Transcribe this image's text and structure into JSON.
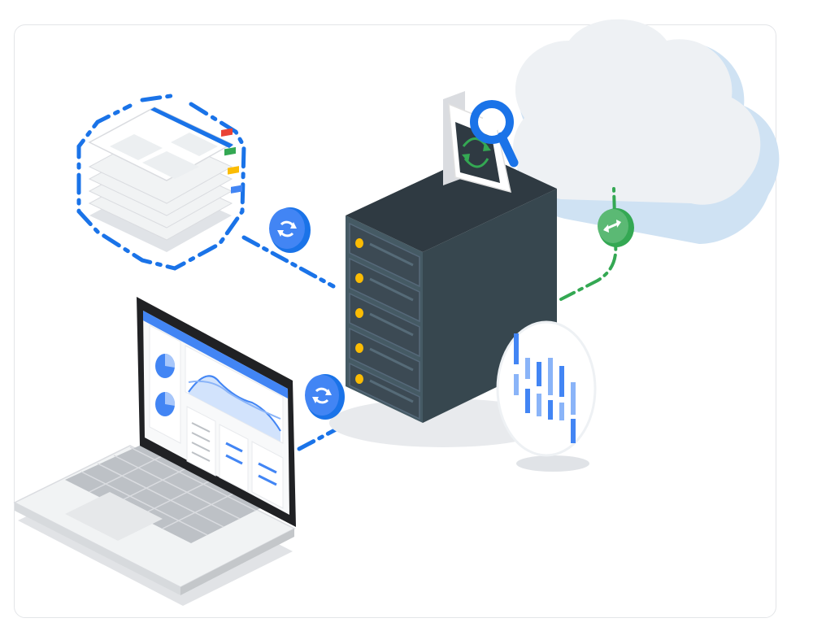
{
  "illustration": {
    "nodes": [
      {
        "id": "documents",
        "icon": "document-stack-icon"
      },
      {
        "id": "server",
        "icon": "server-rack-icon"
      },
      {
        "id": "cloud",
        "icon": "cloud-icon"
      },
      {
        "id": "laptop",
        "icon": "laptop-dashboard-icon"
      },
      {
        "id": "analytics",
        "icon": "bar-chart-bubble-icon"
      },
      {
        "id": "inspection",
        "icon": "magnifier-icon"
      }
    ],
    "connections": [
      {
        "from": "documents",
        "to": "server",
        "badge": "sync-icon",
        "style": "dash-dot"
      },
      {
        "from": "laptop",
        "to": "server",
        "badge": "sync-icon",
        "style": "dash-dot"
      },
      {
        "from": "server",
        "to": "cloud",
        "badge": "transfer-arrows-icon",
        "style": "dash-dot"
      }
    ],
    "colors": {
      "accent_blue": "#1a73e8",
      "accent_green": "#34a853",
      "server_dark": "#3c4a54",
      "server_top": "#2f3a42",
      "indicator_yellow": "#fbbc04",
      "cloud_light": "#eef1f4",
      "cloud_shade": "#cfe2f3",
      "card_border": "#e3e5e8"
    }
  }
}
